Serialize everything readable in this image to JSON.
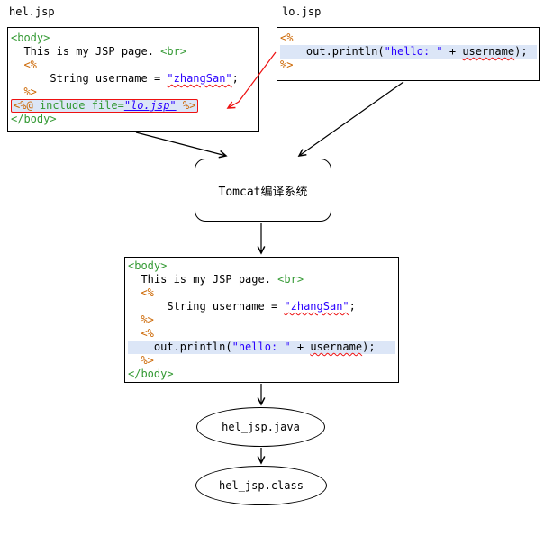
{
  "labels": {
    "hel_file": "hel.jsp",
    "lo_file": "lo.jsp",
    "compiler": "Tomcat编译系统",
    "java_output": "hel_jsp.java",
    "class_output": "hel_jsp.class"
  },
  "colors": {
    "tag": "#339933",
    "delim": "#cc6600",
    "str": "#2a00ff",
    "plain": "#000000",
    "accent": "#ee1111",
    "hl": "#dce6f7"
  },
  "code_blocks": {
    "hel": {
      "lines": [
        {
          "seg": [
            {
              "t": "<body>",
              "c": "tag"
            }
          ]
        },
        {
          "seg": [
            {
              "t": "  This is my JSP page. ",
              "c": "plain"
            },
            {
              "t": "<br>",
              "c": "tag"
            }
          ]
        },
        {
          "seg": [
            {
              "t": "  ",
              "c": "plain"
            },
            {
              "t": "<%",
              "c": "delim"
            }
          ]
        },
        {
          "seg": [
            {
              "t": "      String username = ",
              "c": "plain"
            },
            {
              "t": "\"zhangSan\"",
              "c": "str wavy"
            },
            {
              "t": ";",
              "c": "plain"
            }
          ]
        },
        {
          "seg": [
            {
              "t": "  ",
              "c": "plain"
            },
            {
              "t": "%>",
              "c": "delim"
            }
          ]
        },
        {
          "box": true,
          "seg": [
            {
              "t": "<%@",
              "c": "delim"
            },
            {
              "t": " include file=",
              "c": "tag"
            },
            {
              "t": "\"lo.jsp\"",
              "c": "str ital und"
            },
            {
              "t": " %>",
              "c": "delim"
            }
          ]
        },
        {
          "seg": [
            {
              "t": "</body>",
              "c": "tag"
            }
          ]
        }
      ]
    },
    "lo": {
      "lines": [
        {
          "seg": [
            {
              "t": "<%",
              "c": "delim"
            }
          ]
        },
        {
          "h": true,
          "seg": [
            {
              "t": "    out.println(",
              "c": "plain"
            },
            {
              "t": "\"hello: \"",
              "c": "str"
            },
            {
              "t": " + ",
              "c": "plain"
            },
            {
              "t": "username",
              "c": "plain wavy"
            },
            {
              "t": ");",
              "c": "plain"
            }
          ]
        },
        {
          "seg": [
            {
              "t": "%>",
              "c": "delim"
            }
          ]
        }
      ]
    },
    "merged": {
      "lines": [
        {
          "seg": [
            {
              "t": "<body>",
              "c": "tag"
            }
          ]
        },
        {
          "seg": [
            {
              "t": "  This is my JSP page. ",
              "c": "plain"
            },
            {
              "t": "<br>",
              "c": "tag"
            }
          ]
        },
        {
          "seg": [
            {
              "t": "  ",
              "c": "plain"
            },
            {
              "t": "<%",
              "c": "delim"
            }
          ]
        },
        {
          "seg": [
            {
              "t": "      String username = ",
              "c": "plain"
            },
            {
              "t": "\"zhangSan\"",
              "c": "str wavy"
            },
            {
              "t": ";",
              "c": "plain"
            }
          ]
        },
        {
          "seg": [
            {
              "t": "  ",
              "c": "plain"
            },
            {
              "t": "%>",
              "c": "delim"
            }
          ]
        },
        {
          "seg": [
            {
              "t": "  ",
              "c": "plain"
            },
            {
              "t": "<%",
              "c": "delim"
            }
          ]
        },
        {
          "h": true,
          "seg": [
            {
              "t": "    out.println(",
              "c": "plain"
            },
            {
              "t": "\"hello: \"",
              "c": "str"
            },
            {
              "t": " + ",
              "c": "plain"
            },
            {
              "t": "username",
              "c": "plain wavy"
            },
            {
              "t": ");",
              "c": "plain"
            }
          ]
        },
        {
          "seg": [
            {
              "t": "  ",
              "c": "plain"
            },
            {
              "t": "%>",
              "c": "delim"
            }
          ]
        },
        {
          "seg": [
            {
              "t": "</body>",
              "c": "tag"
            }
          ]
        }
      ]
    }
  }
}
